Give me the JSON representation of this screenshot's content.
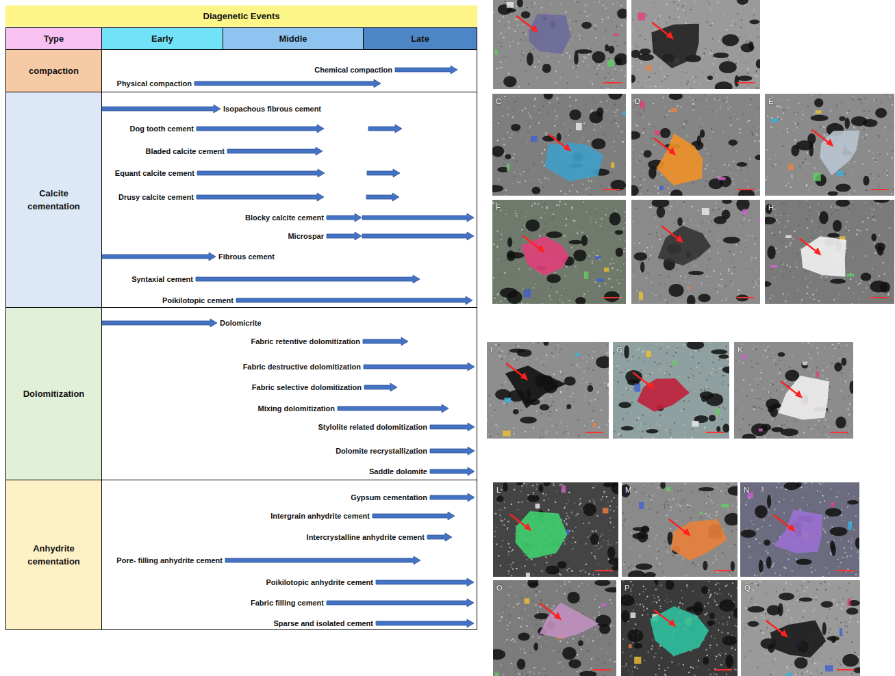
{
  "diagram": {
    "title": "Diagenetic Events",
    "nodes": [
      {
        "text": [
          "Type"
        ]
      },
      {
        "text": [
          "Early"
        ]
      },
      {
        "text": [
          "Middle"
        ]
      },
      {
        "text": [
          "Late"
        ]
      },
      {
        "text": [
          "compaction"
        ]
      },
      {
        "text": [
          "Calcite cementation"
        ]
      },
      {
        "text": [
          "Dolomitization"
        ]
      },
      {
        "text": [
          "Anhydrite cementation"
        ]
      }
    ],
    "labels": [
      "Chemical compaction",
      "Physical compaction",
      "Isopachous fibrous cement",
      "Dog tooth cement",
      "Bladed calcite cement",
      "Equant calcite cement",
      "Drusy calcite cement",
      "Blocky calcite cement",
      "Microspar",
      "Fibrous cement",
      "Syntaxial cement",
      "Poikilotopic cement",
      "Dolomicrite",
      "Fabric retentive dolomitization",
      "Fabric destructive dolomitization",
      "Fabric selective dolomitization",
      "Mixing dolomitization",
      "Stylolite related dolomitization",
      "Dolomite recrystallization",
      "Saddle dolomite",
      "Gypsum cementation",
      "Intergrain anhydrite cement",
      "Intercrystalline anhydrite cement",
      "Pore- filling anhydrite cement",
      "Poikilotopic anhydrite cement",
      "Fabric filling cement",
      "Sparse and isolated cement",
      "C",
      "D",
      "E",
      "F",
      "H",
      "I",
      "G",
      "K",
      "L",
      "M",
      "N",
      "O",
      "P",
      "Q"
    ]
  }
}
